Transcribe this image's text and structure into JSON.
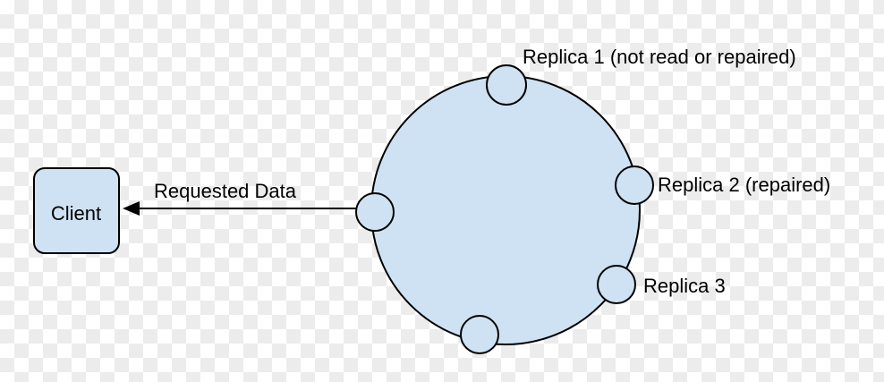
{
  "diagram": {
    "type": "ring-replication-diagram",
    "client": {
      "label": "Client"
    },
    "arrow": {
      "label": "Requested Data"
    },
    "replicas": [
      {
        "label": "Replica 1 (not read or repaired)"
      },
      {
        "label": "Replica 2 (repaired)"
      },
      {
        "label": "Replica 3"
      }
    ],
    "colors": {
      "node_fill": "#cfe2f3",
      "stroke": "#000000"
    }
  }
}
